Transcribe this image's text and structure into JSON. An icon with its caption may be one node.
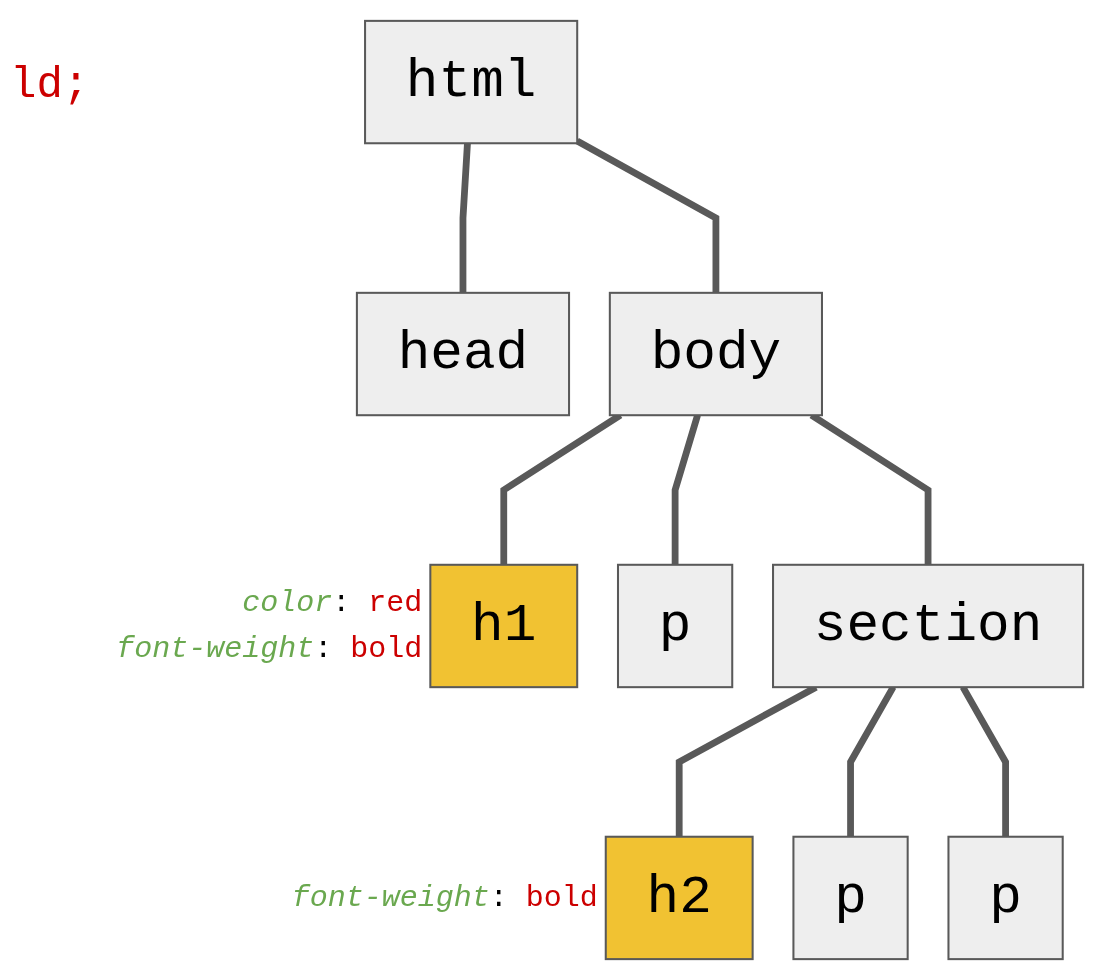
{
  "diagram": {
    "nodes": [
      {
        "text": [
          "html"
        ]
      },
      {
        "text": [
          "head"
        ]
      },
      {
        "text": [
          "body"
        ]
      },
      {
        "text": [
          "h1"
        ],
        "beside": [
          "color: red",
          "font-weight: bold"
        ]
      },
      {
        "text": [
          "p"
        ]
      },
      {
        "text": [
          "section"
        ]
      },
      {
        "text": [
          "h2"
        ],
        "beside": [
          "font-weight: bold"
        ]
      },
      {
        "text": [
          "p"
        ]
      },
      {
        "text": [
          "p"
        ]
      }
    ],
    "edges": [
      {
        "from": 0,
        "to": 1,
        "arrow": "none"
      },
      {
        "from": 0,
        "to": 2,
        "arrow": "none"
      },
      {
        "from": 2,
        "to": 3,
        "arrow": "none"
      },
      {
        "from": 2,
        "to": 4,
        "arrow": "none"
      },
      {
        "from": 2,
        "to": 5,
        "arrow": "none"
      },
      {
        "from": 5,
        "to": 6,
        "arrow": "none"
      },
      {
        "from": 5,
        "to": 7,
        "arrow": "none"
      },
      {
        "from": 5,
        "to": 8,
        "arrow": "none"
      }
    ],
    "labels": [
      "ld;"
    ]
  }
}
